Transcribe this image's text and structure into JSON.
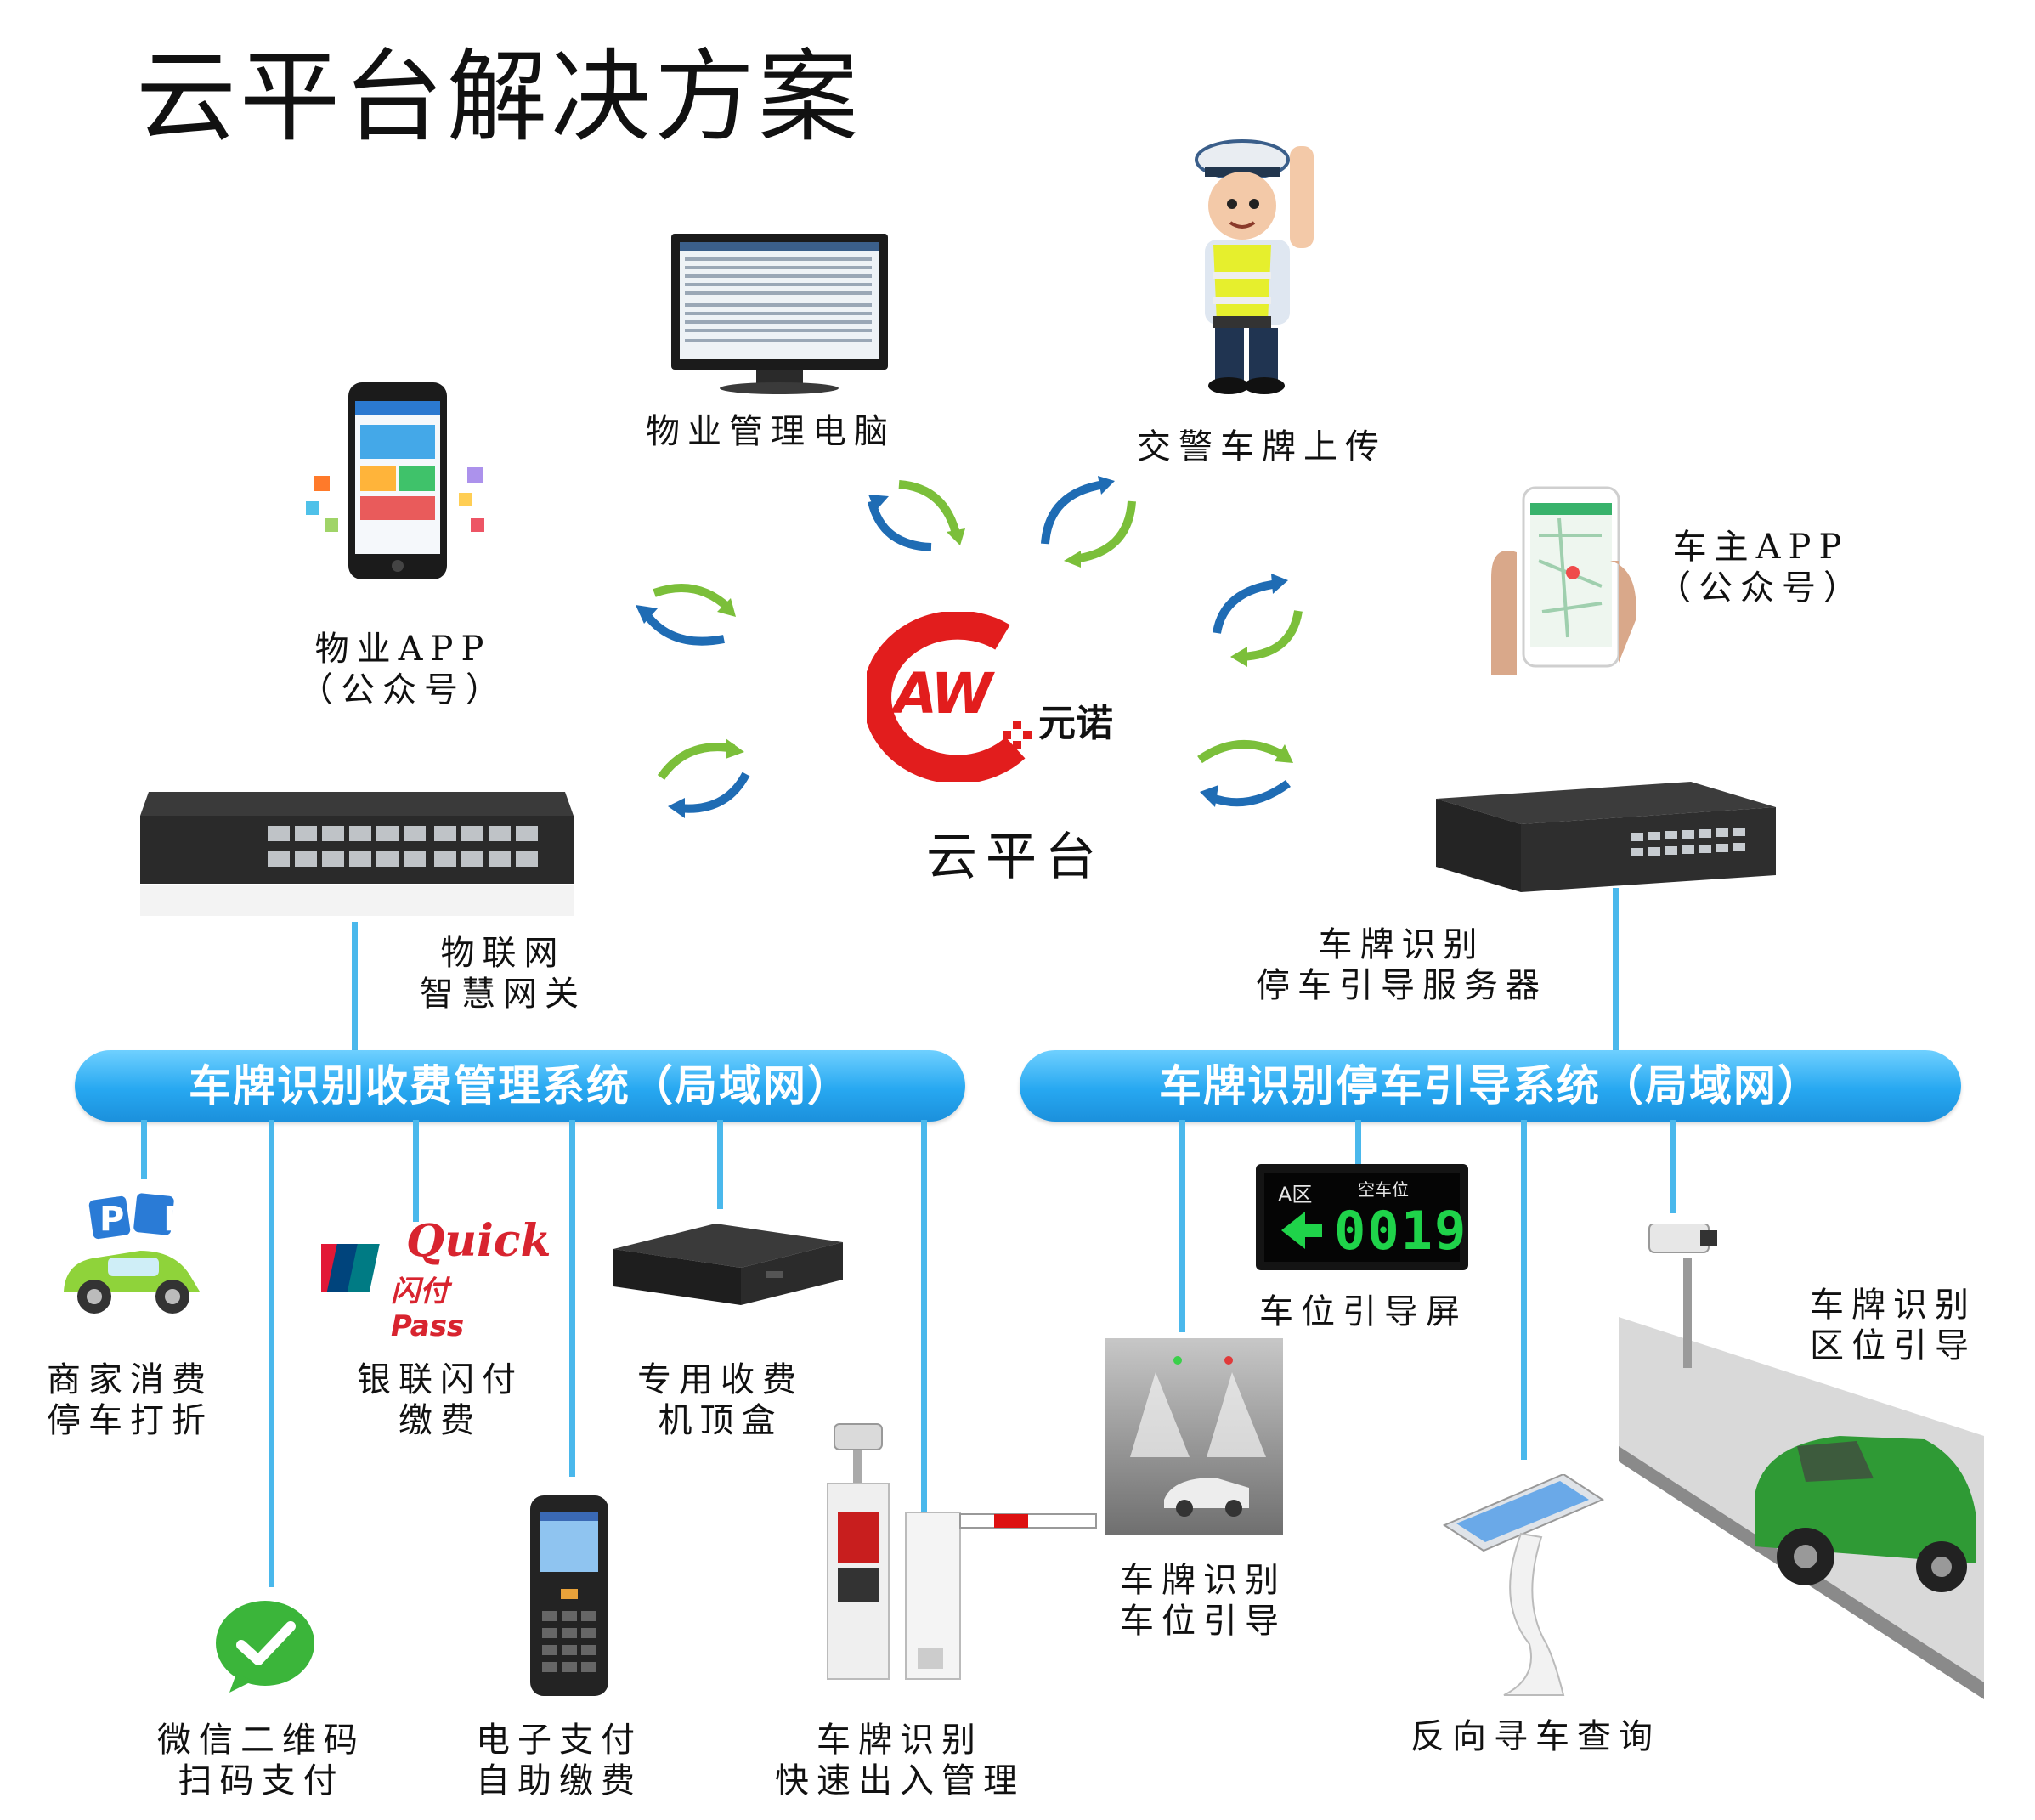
{
  "title": "云平台解决方案",
  "center": {
    "brand_name": "元诺",
    "brand_mark": "AW",
    "label": "云平台"
  },
  "nodes": {
    "property_pc": "物业管理电脑",
    "police_upload": "交警车牌上传",
    "property_app": [
      "物业APP",
      "（公众号）"
    ],
    "owner_app": [
      "车主APP",
      "（公众号）"
    ],
    "iot_gateway": [
      "物联网",
      "智慧网关"
    ],
    "guidance_server": [
      "车牌识别",
      "停车引导服务器"
    ]
  },
  "networks": {
    "left_bar": "车牌识别收费管理系统（局域网）",
    "right_bar": "车牌识别停车引导系统（局域网）"
  },
  "left_devices": {
    "merchant_discount": [
      "商家消费",
      "停车打折"
    ],
    "unionpay_quickpass": [
      "银联闪付",
      "缴费"
    ],
    "set_top_box": [
      "专用收费",
      "机顶盒"
    ],
    "wechat_pay": [
      "微信二维码",
      "扫码支付"
    ],
    "handheld_pay": [
      "电子支付",
      "自助缴费"
    ],
    "fast_entry": [
      "车牌识别",
      "快速出入管理"
    ]
  },
  "right_devices": {
    "space_screen": "车位引导屏",
    "space_guidance": [
      "车牌识别",
      "车位引导"
    ],
    "reverse_search": "反向寻车查询",
    "zone_guidance": [
      "车牌识别",
      "区位引导"
    ]
  },
  "icons": {
    "pp_badge": "P P",
    "quickpass_text": "Quick",
    "quickpass_sub": "闪付Pass",
    "screen_number": "0019",
    "screen_head": "空车位",
    "screen_sign": "A区"
  },
  "colors": {
    "bar_blue": "#27a8f1",
    "arrow_blue": "#1f6cb4",
    "arrow_green": "#7bbf3a",
    "logo_red": "#e21d1d"
  }
}
